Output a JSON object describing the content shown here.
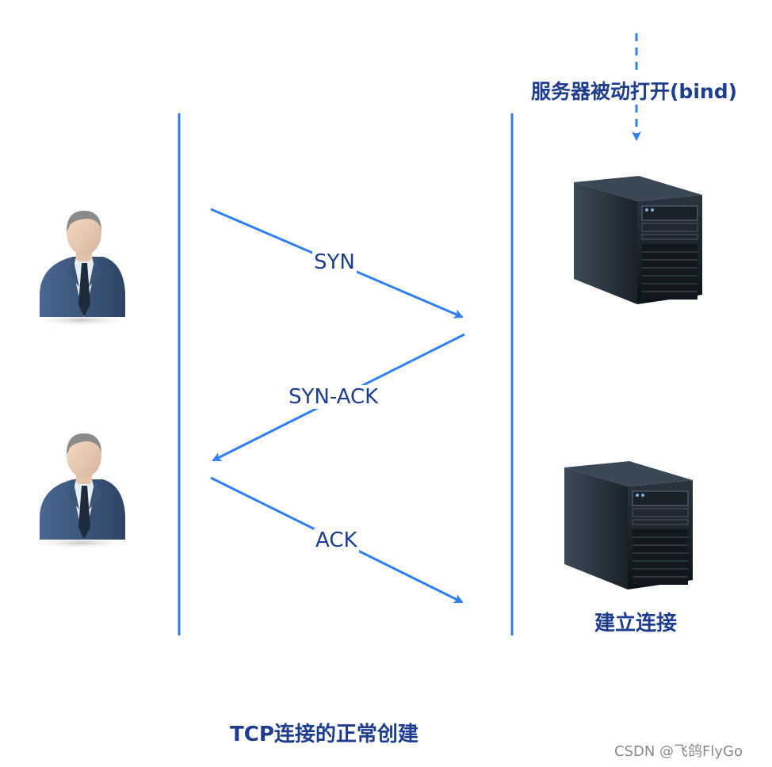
{
  "diagram": {
    "server_note": "服务器被动打开(bind)",
    "messages": {
      "syn": "SYN",
      "syn_ack": "SYN-ACK",
      "ack": "ACK"
    },
    "established": "建立连接",
    "caption": "TCP连接的正常创建",
    "watermark": "CSDN @飞鸽FlyGo"
  },
  "colors": {
    "line": "#2f7ff0",
    "text": "#1e3d8f"
  }
}
